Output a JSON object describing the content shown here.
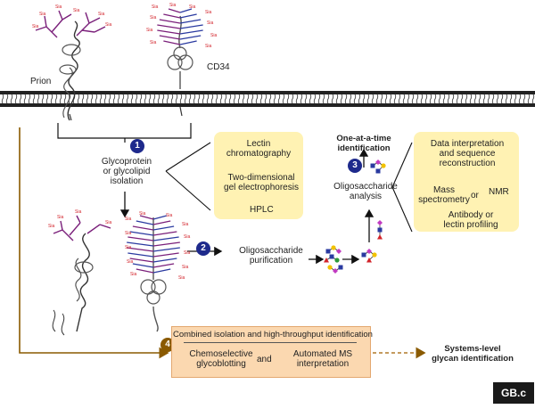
{
  "labels": {
    "prion": "Prion",
    "cd34": "CD34",
    "isolation": [
      "Glycoprotein",
      "or glycolipid",
      "isolation"
    ],
    "lectin": [
      "Lectin",
      "chromatography"
    ],
    "twod": [
      "Two-dimensional",
      "gel electrophoresis"
    ],
    "hplc": "HPLC",
    "oligo_purification": [
      "Oligosaccharide",
      "purification"
    ],
    "one_at_a_time": [
      "One-at-a-time",
      "identification"
    ],
    "oligo_analysis": [
      "Oligosaccharide",
      "analysis"
    ],
    "data_interp": [
      "Data interpretation",
      "and sequence",
      "reconstruction"
    ],
    "mass_spec": [
      "Mass",
      "spectrometry"
    ],
    "or1": "or",
    "nmr": "NMR",
    "antibody": [
      "Antibody or",
      "lectin profiling"
    ],
    "combined": "Combined isolation and high-throughput identification",
    "chemoselective": [
      "Chemoselective",
      "glycoblotting"
    ],
    "and": "and",
    "automated": [
      "Automated MS",
      "interpretation"
    ],
    "systems": [
      "Systems-level",
      "glycan identification"
    ],
    "sia": "Sia",
    "logo": "GB.c"
  },
  "steps": {
    "s1": "1",
    "s2": "2",
    "s3": "3",
    "s4": "4"
  },
  "colors": {
    "step_blue": "#1e2a8c",
    "step_brown": "#8a5a00",
    "yellow_box": "#fff2b3",
    "peach_box": "#fbd8b0",
    "glycan_purple": "#7a1f7a",
    "glycan_blue": "#2a3aa0",
    "sia_red": "#d2232a",
    "arrow_brown": "#b07a2a"
  },
  "icons": [
    "membrane-icon",
    "prion-protein-icon",
    "cd34-protein-icon",
    "glycan-tree-icon",
    "oligosaccharide-icon"
  ]
}
